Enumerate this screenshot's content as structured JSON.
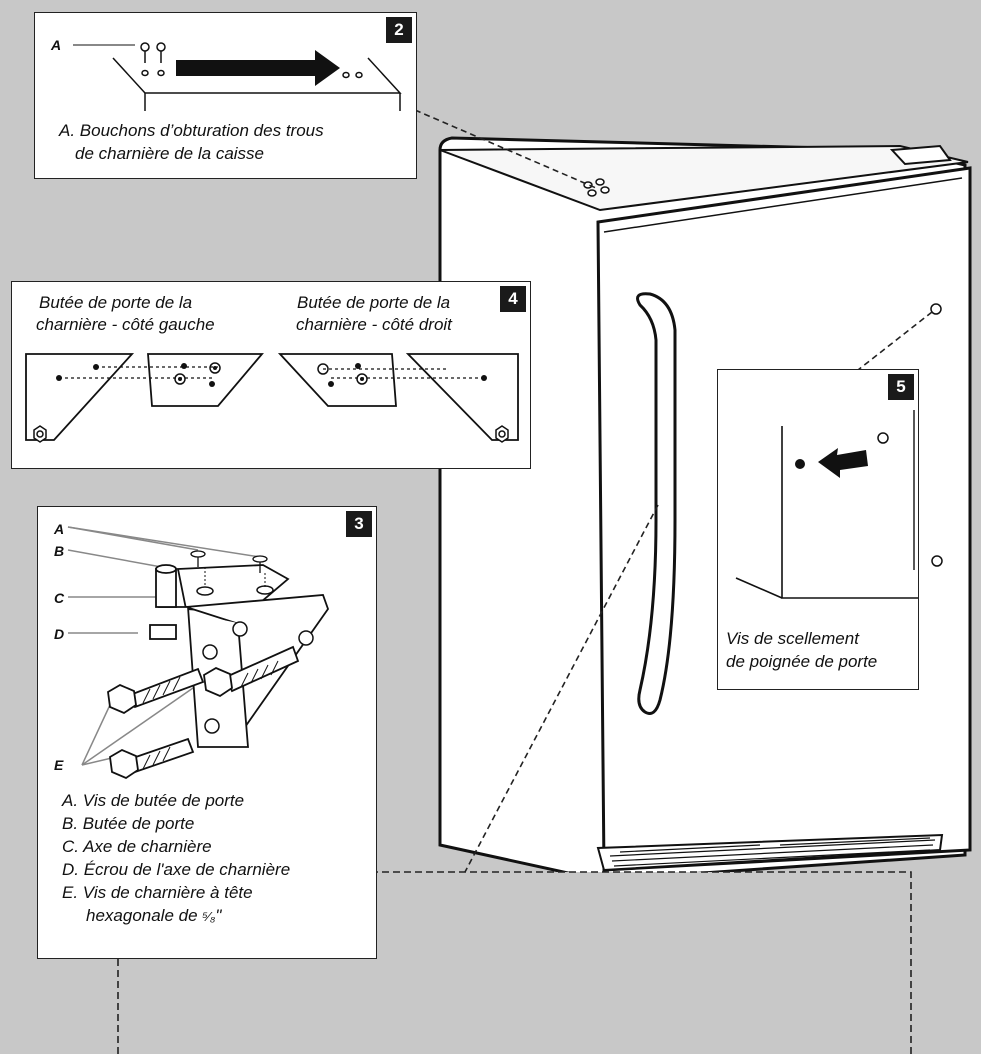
{
  "panel2": {
    "badge": "2",
    "label_a": "A",
    "caption_line1": "A. Bouchons d’obturation des trous",
    "caption_line2": "de charnière de la caisse"
  },
  "panel4": {
    "badge": "4",
    "left_title_line1": "Butée de porte de la",
    "left_title_line2": "charnière - côté gauche",
    "right_title_line1": "Butée de porte de la",
    "right_title_line2": "charnière - côté droit"
  },
  "panel3": {
    "badge": "3",
    "labels": [
      "A",
      "B",
      "C",
      "D",
      "E"
    ],
    "legend": [
      "A. Vis de butée de porte",
      "B. Butée de porte",
      "C. Axe de charnière",
      "D. Écrou de l'axe de charnière",
      "E. Vis de charnière à tête"
    ],
    "legend_last_line_prefix": "hexagonale de ",
    "legend_fraction": "⁵⁄₈",
    "legend_inch": "\""
  },
  "panel5": {
    "badge": "5",
    "caption_line1": "Vis de scellement",
    "caption_line2": "de poignée de porte"
  }
}
